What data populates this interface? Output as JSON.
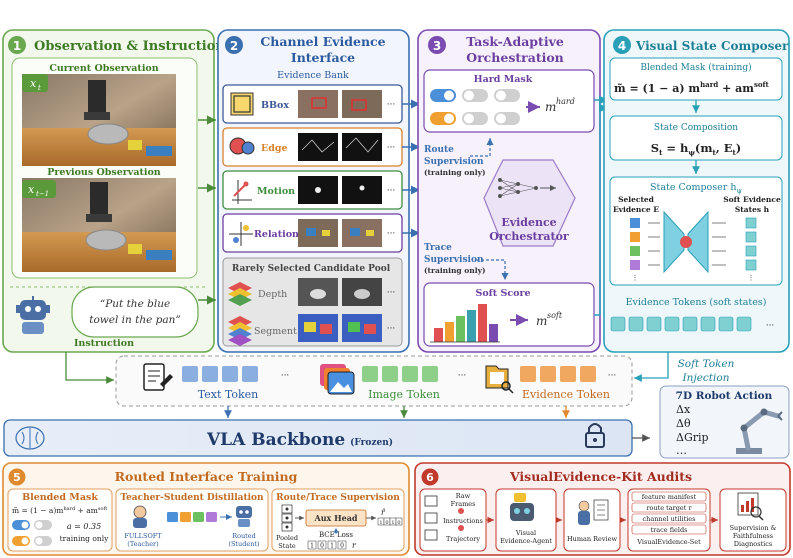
{
  "panel1": {
    "num": "1",
    "title": "Observation & Instruction",
    "current_label": "Current Observation",
    "current_tag": "x",
    "current_sub": "t",
    "previous_label": "Previous Observation",
    "previous_tag": "x",
    "previous_sub": "t−1",
    "instruction_quote_line1": "“Put the blue",
    "instruction_quote_line2": "towel in the pan”",
    "instruction_label": "Instruction"
  },
  "panel2": {
    "num": "2",
    "title_line1": "Channel Evidence",
    "title_line2": "Interface",
    "bank_label": "Evidence Bank",
    "channels": [
      {
        "label": "BBox",
        "color": "#3b5998"
      },
      {
        "label": "Edge",
        "color": "#d9822b"
      },
      {
        "label": "Motion",
        "color": "#3e8e3e"
      },
      {
        "label": "Relation",
        "color": "#6a3fa0"
      }
    ],
    "pool_label": "Rarely Selected Candidate Pool",
    "pool_items": [
      "Depth",
      "Segment"
    ],
    "ellipsis": "···"
  },
  "panel3": {
    "num": "3",
    "title_line1": "Task-Adaptive",
    "title_line2": "Orchestration",
    "hard_mask_label": "Hard Mask",
    "hard_mask_output": "m",
    "hard_mask_sup": "hard",
    "route_sup_line1": "Route",
    "route_sup_line2": "Supervision",
    "route_sup_line3": "(training only)",
    "orchestrator_line1": "Evidence",
    "orchestrator_line2": "Orchestrator",
    "trace_sup_line1": "Trace",
    "trace_sup_line2": "Supervision",
    "trace_sup_line3": "(training only)",
    "soft_score_label": "Soft Score",
    "soft_output": "m",
    "soft_sup": "soft",
    "soft_bars": [
      0.35,
      0.5,
      0.65,
      0.8,
      0.95,
      0.45
    ]
  },
  "panel4": {
    "num": "4",
    "title": "Visual State Composer",
    "blended_label": "Blended Mask (training)",
    "blended_formula": "m̃ = (1 − a) m",
    "blended_formula_sup1": "hard",
    "blended_formula_mid": " + am",
    "blended_formula_sup2": "soft",
    "state_comp_label": "State Composition",
    "state_comp_formula": "S",
    "state_comp_rest": " = h",
    "state_comp_args": "(m",
    "state_comp_args2": ", E",
    "state_comp_args3": ")",
    "composer_label": "State Composer h",
    "composer_sub": "ψ",
    "selected_label_line1": "Selected",
    "selected_label_line2": "Evidence E",
    "soft_states_line1": "Soft Evidence",
    "soft_states_line2": "States h",
    "evidence_tokens_label": "Evidence Tokens (soft states)",
    "ellipsis": "···"
  },
  "tokens": {
    "text_label": "Text Token",
    "image_label": "Image Token",
    "evidence_label": "Evidence Token",
    "soft_injection_line1": "Soft Token",
    "soft_injection_line2": "Injection",
    "ellipsis": "···"
  },
  "backbone": {
    "label": "VLA Backbone",
    "frozen": "(Frozen)"
  },
  "action": {
    "title": "7D Robot Action",
    "items": [
      "Δx",
      "Δθ",
      "ΔGrip",
      "…"
    ]
  },
  "panel5": {
    "num": "5",
    "title": "Routed Interface Training",
    "blended_title": "Blended Mask",
    "blended_formula": "m̃ = (1 − a)m",
    "blended_alpha": "a = 0.35",
    "blended_training": "training only",
    "distill_title": "Teacher-Student Distillation",
    "teacher_line1": "FULLSOFT",
    "teacher_line2": "(Teacher)",
    "student_line1": "Routed",
    "student_line2": "(Student)",
    "route_title": "Route/Trace Supervision",
    "aux_head": "Aux Head",
    "bce_loss": "BCE Loss",
    "pooled_line1": "Pooled",
    "pooled_line2": "State",
    "r_hat": "r̂",
    "r_label": "r",
    "bits": [
      "1",
      "0",
      "1",
      "0"
    ],
    "bits2": [
      "1",
      "0",
      "1",
      "0"
    ]
  },
  "panel6": {
    "num": "6",
    "title": "VisualEvidence-Kit Audits",
    "raw_items": [
      "Raw",
      "Frames",
      "Instructions",
      "Trajectory"
    ],
    "agent_line1": "Visual",
    "agent_line2": "Evidence-Agent",
    "human_review": "Human Review",
    "set_items": [
      "feature manifest",
      "route target r",
      "channel utilities",
      "trace fields"
    ],
    "set_label": "VisualEvidence-Set",
    "diag_line1": "Supervision &",
    "diag_line2": "Faithfulness",
    "diag_line3": "Diagnostics"
  }
}
